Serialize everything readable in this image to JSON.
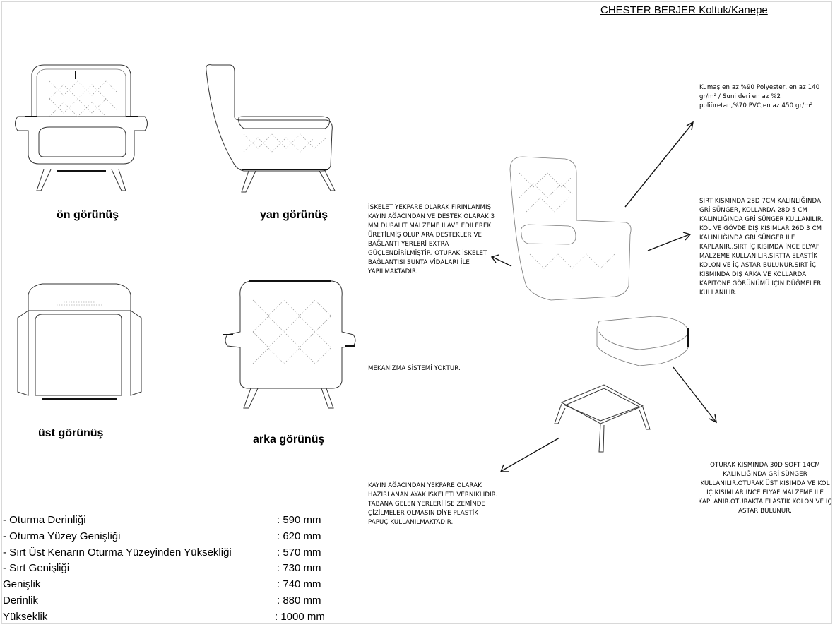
{
  "title": "CHESTER BERJER Koltuk/Kanepe",
  "views": {
    "front": "ön görünüş",
    "side": "yan görünüş",
    "top": "üst görünüş",
    "back": "arka görünüş"
  },
  "notes": {
    "fabric": "Kumaş en az %90 Polyester, en az 140 gr/m² / Suni deri en az %2 poliüretan,%70 PVC,en az 450 gr/m²",
    "frame": "İSKELET YEKPARE OLARAK FIRINLANMIŞ KAYIN AĞACINDAN VE DESTEK OLARAK 3 MM DURALİT MALZEME İLAVE EDİLEREK ÜRETİLMİŞ OLUP ARA DESTEKLER VE BAĞLANTI YERLERİ EXTRA GÜÇLENDİRİLMİŞTİR. OTURAK İSKELET BAĞLANTISI SUNTA VİDALARI İLE YAPILMAKTADIR.",
    "foam_back": "SIRT KISMINDA 28D 7CM KALINLIĞINDA GRİ SÜNGER, KOLLARDA 28D 5 CM KALINLIĞINDA GRİ SÜNGER KULLANILIR. KOL VE GÖVDE DIŞ KISIMLAR 26D 3 CM KALINLIĞINDA GRİ SÜNGER İLE KAPLANIR..SIRT İÇ KISIMDA İNCE ELYAF MALZEME KULLANILIR.SIRTTA ELASTİK KOLON VE İÇ ASTAR BULUNUR.SIRT İÇ KISMINDA DIŞ ARKA VE KOLLARDA KAPİTONE GÖRÜNÜMÜ İÇİN DÜĞMELER KULLANILIR.",
    "mechanism": "MEKANİZMA SİSTEMİ YOKTUR.",
    "legs": "KAYIN AĞACINDAN YEKPARE OLARAK HAZIRLANAN AYAK İSKELETİ VERNİKLİDİR. TABANA GELEN YERLERİ İSE ZEMİNDE ÇİZİLMELER OLMASIN DİYE PLASTİK PAPUÇ KULLANILMAKTADIR.",
    "seat": "OTURAK KISMINDA 30D SOFT 14CM KALINLIĞINDA GRİ SÜNGER KULLANILIR.OTURAK ÜST KISIMDA VE KOL İÇ KISIMLAR İNCE ELYAF MALZEME İLE KAPLANIR.OTURAKTA ELASTİK KOLON VE İÇ ASTAR BULUNUR."
  },
  "specs": [
    {
      "label": " - Oturma Derinliği",
      "value": ": 590 mm"
    },
    {
      "label": " - Oturma Yüzey Genişliği",
      "value": ": 620 mm"
    },
    {
      "label": " - Sırt Üst Kenarın Oturma Yüzeyinden Yüksekliği",
      "value": ": 570 mm"
    },
    {
      "label": " - Sırt Genişliği",
      "value": ": 730 mm"
    },
    {
      "label": "Genişlik",
      "value": ": 740 mm"
    },
    {
      "label": "Derinlik",
      "value": ": 880 mm"
    },
    {
      "label": "Yükseklik",
      "value": ": 1000  mm"
    }
  ]
}
